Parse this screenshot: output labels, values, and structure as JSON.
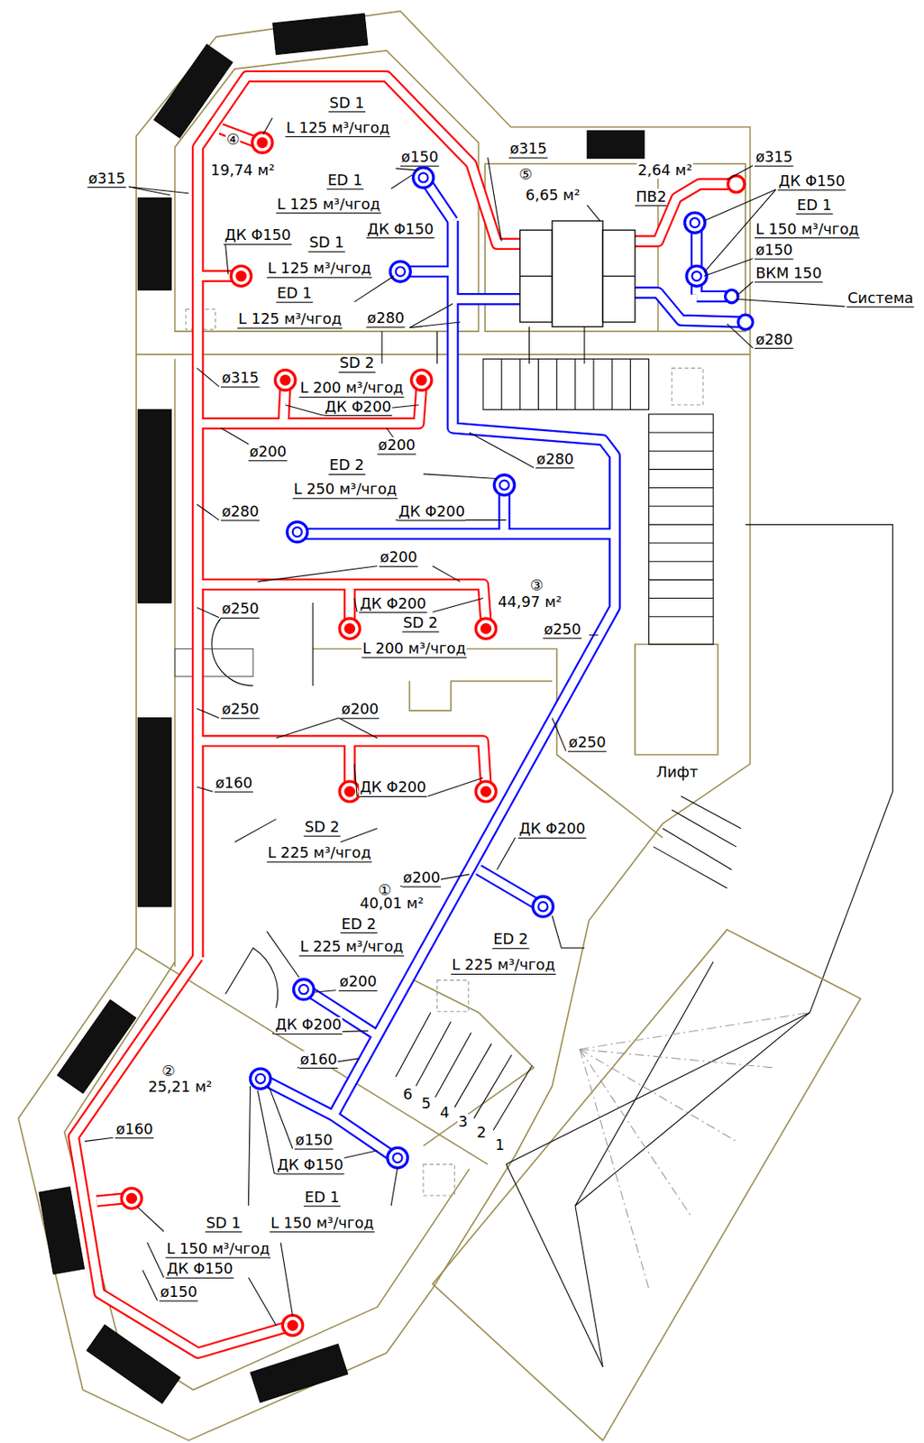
{
  "diagram": {
    "labels": [
      "SD 1",
      "L 125 м³/чгод",
      "④",
      "19,74 м²",
      "ø315",
      "ø150",
      "ED 1",
      "L 125 м³/чгод",
      "ДК Φ150",
      "ДК Φ150",
      "SD 1",
      "L 125 м³/чгод",
      "ED 1",
      "L 125 м³/чгод",
      "ø280",
      "ø315",
      "⑤",
      "6,65 м²",
      "ПВ2",
      "2,64 м²",
      "ø315",
      "ДК Φ150",
      "ED 1",
      "L 150 м³/чгод",
      "ø150",
      "ВКМ 150",
      "Система",
      "ø280",
      "SD 2",
      "L 200 м³/чгод",
      "ø315",
      "ДК Φ200",
      "ø200",
      "ø200",
      "ø280",
      "ED 2",
      "L 250 м³/чгод",
      "ДК Φ200",
      "ø280",
      "ø200",
      "③",
      "44,97 м²",
      "ø250",
      "ДК Φ200",
      "SD 2",
      "L 200 м³/чгод",
      "ø250",
      "ø250",
      "ø200",
      "ø250",
      "Лифт",
      "ø160",
      "ДК Φ200",
      "SD 2",
      "ДК Φ200",
      "L 225 м³/чгод",
      "ø200",
      "①",
      "40,01 м²",
      "ED 2",
      "ED 2",
      "L 225 м³/чгод",
      "L 225 м³/чгод",
      "ø200",
      "ДК Φ200",
      "ø160",
      "②",
      "25,21 м²",
      "6",
      "5",
      "4",
      "3",
      "2",
      "1",
      "ø160",
      "ø150",
      "ДК Φ150",
      "ED 1",
      "SD 1",
      "L 150 м³/чгод",
      "L 150 м³/чгод",
      "ДК Φ150",
      "ø150"
    ]
  }
}
